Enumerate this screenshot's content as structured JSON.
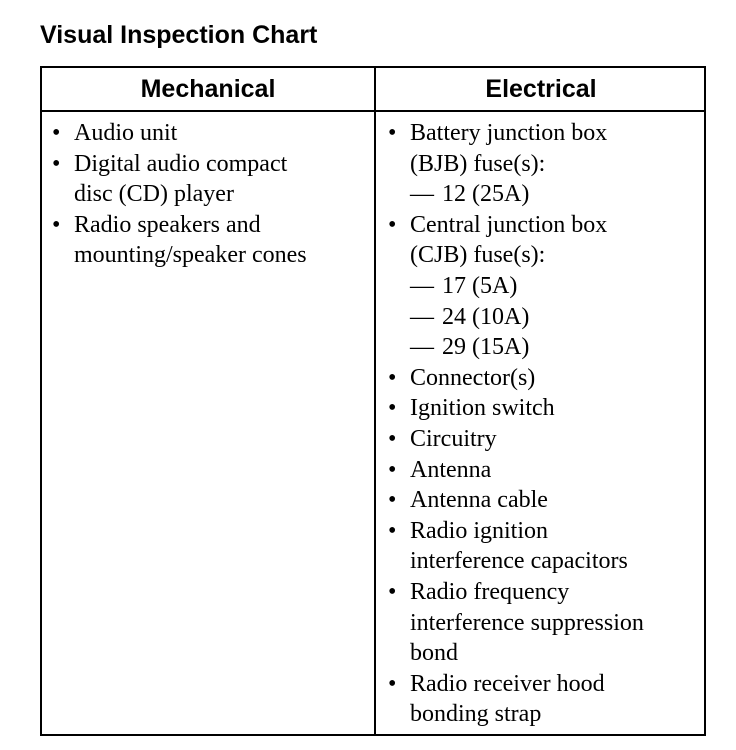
{
  "title": "Visual Inspection Chart",
  "columns": {
    "mechanical": {
      "header": "Mechanical",
      "items": [
        {
          "bullet": "•",
          "lines": [
            "Audio unit"
          ]
        },
        {
          "bullet": "•",
          "lines": [
            "Digital audio compact",
            "disc (CD) player"
          ]
        },
        {
          "bullet": "•",
          "lines": [
            "Radio speakers and",
            "mounting/speaker cones"
          ]
        }
      ]
    },
    "electrical": {
      "header": "Electrical",
      "items": [
        {
          "bullet": "•",
          "lines": [
            "Battery junction box",
            "(BJB) fuse(s):"
          ],
          "subs": [
            {
              "dash": "—",
              "text": "12 (25A)"
            }
          ]
        },
        {
          "bullet": "•",
          "lines": [
            "Central junction box",
            "(CJB) fuse(s):"
          ],
          "subs": [
            {
              "dash": "—",
              "text": "17 (5A)"
            },
            {
              "dash": "—",
              "text": "24 (10A)"
            },
            {
              "dash": "—",
              "text": "29 (15A)"
            }
          ]
        },
        {
          "bullet": "•",
          "lines": [
            "Connector(s)"
          ]
        },
        {
          "bullet": "•",
          "lines": [
            "Ignition switch"
          ]
        },
        {
          "bullet": "•",
          "lines": [
            "Circuitry"
          ]
        },
        {
          "bullet": "•",
          "lines": [
            "Antenna"
          ]
        },
        {
          "bullet": "•",
          "lines": [
            "Antenna cable"
          ]
        },
        {
          "bullet": "•",
          "lines": [
            "Radio ignition",
            "interference capacitors"
          ]
        },
        {
          "bullet": "•",
          "lines": [
            "Radio frequency",
            "interference suppression",
            "bond"
          ]
        },
        {
          "bullet": "•",
          "lines": [
            "Radio receiver hood",
            "bonding strap"
          ]
        }
      ]
    }
  }
}
